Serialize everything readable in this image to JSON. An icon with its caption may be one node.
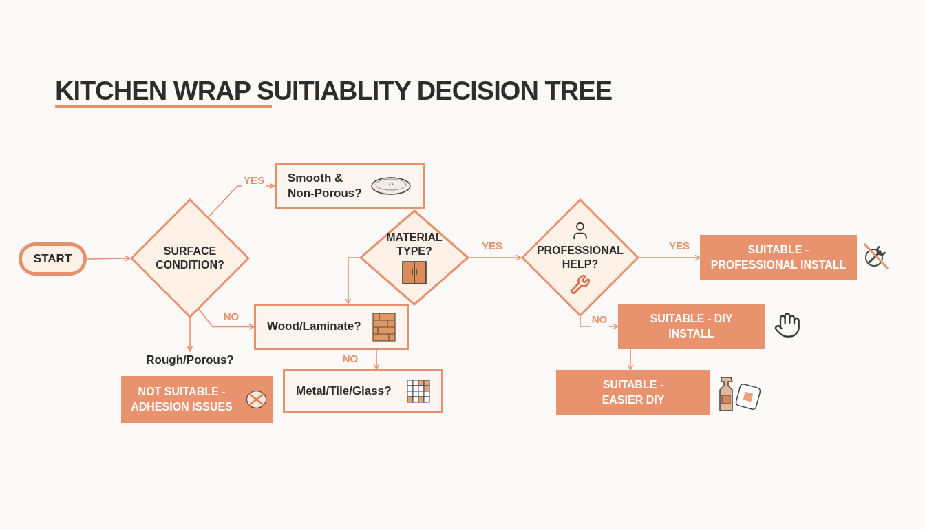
{
  "diagram": {
    "title": "KITCHEN WRAP SUITIABLITY DECISION TREE",
    "nodes": [
      {
        "text": [
          "START"
        ]
      },
      {
        "text": [
          "SURFACE CONDITION?"
        ]
      },
      {
        "text": [
          "Smooth & Non-Porous?"
        ]
      },
      {
        "text": [
          "MATERIAL TYPE?"
        ]
      },
      {
        "text": [
          "Wood/Laminate?"
        ]
      },
      {
        "text": [
          "Rough/Porous?"
        ]
      },
      {
        "text": [
          "NOT SUITABLE - ADHESION ISSUES"
        ]
      },
      {
        "text": [
          "Metal/Tile/Glass?"
        ]
      },
      {
        "text": [
          "PROFESSIONAL HELP?"
        ]
      },
      {
        "text": [
          "SUITABLE - PROFESSIONAL INSTALL"
        ]
      },
      {
        "text": [
          "SUITABLE - DIY INSTALL"
        ]
      },
      {
        "text": [
          "SUITABLE - EASIER DIY"
        ]
      }
    ],
    "edges": [
      {
        "from": 0,
        "to": 1,
        "arrow": "to"
      },
      {
        "from": 1,
        "to": 2,
        "arrow": "to",
        "label": "YES"
      },
      {
        "from": 1,
        "to": 4,
        "arrow": "to",
        "label": "NO"
      },
      {
        "from": 1,
        "to": 5,
        "arrow": "to"
      },
      {
        "from": 3,
        "to": 4,
        "arrow": "to"
      },
      {
        "from": 4,
        "to": 7,
        "arrow": "to",
        "label": "NO"
      },
      {
        "from": 3,
        "to": 8,
        "arrow": "to",
        "label": "YES"
      },
      {
        "from": 8,
        "to": 9,
        "arrow": "to",
        "label": "YES"
      },
      {
        "from": 8,
        "to": 10,
        "arrow": "to",
        "label": "NO"
      },
      {
        "from": 10,
        "to": 11,
        "arrow": "to"
      }
    ]
  }
}
